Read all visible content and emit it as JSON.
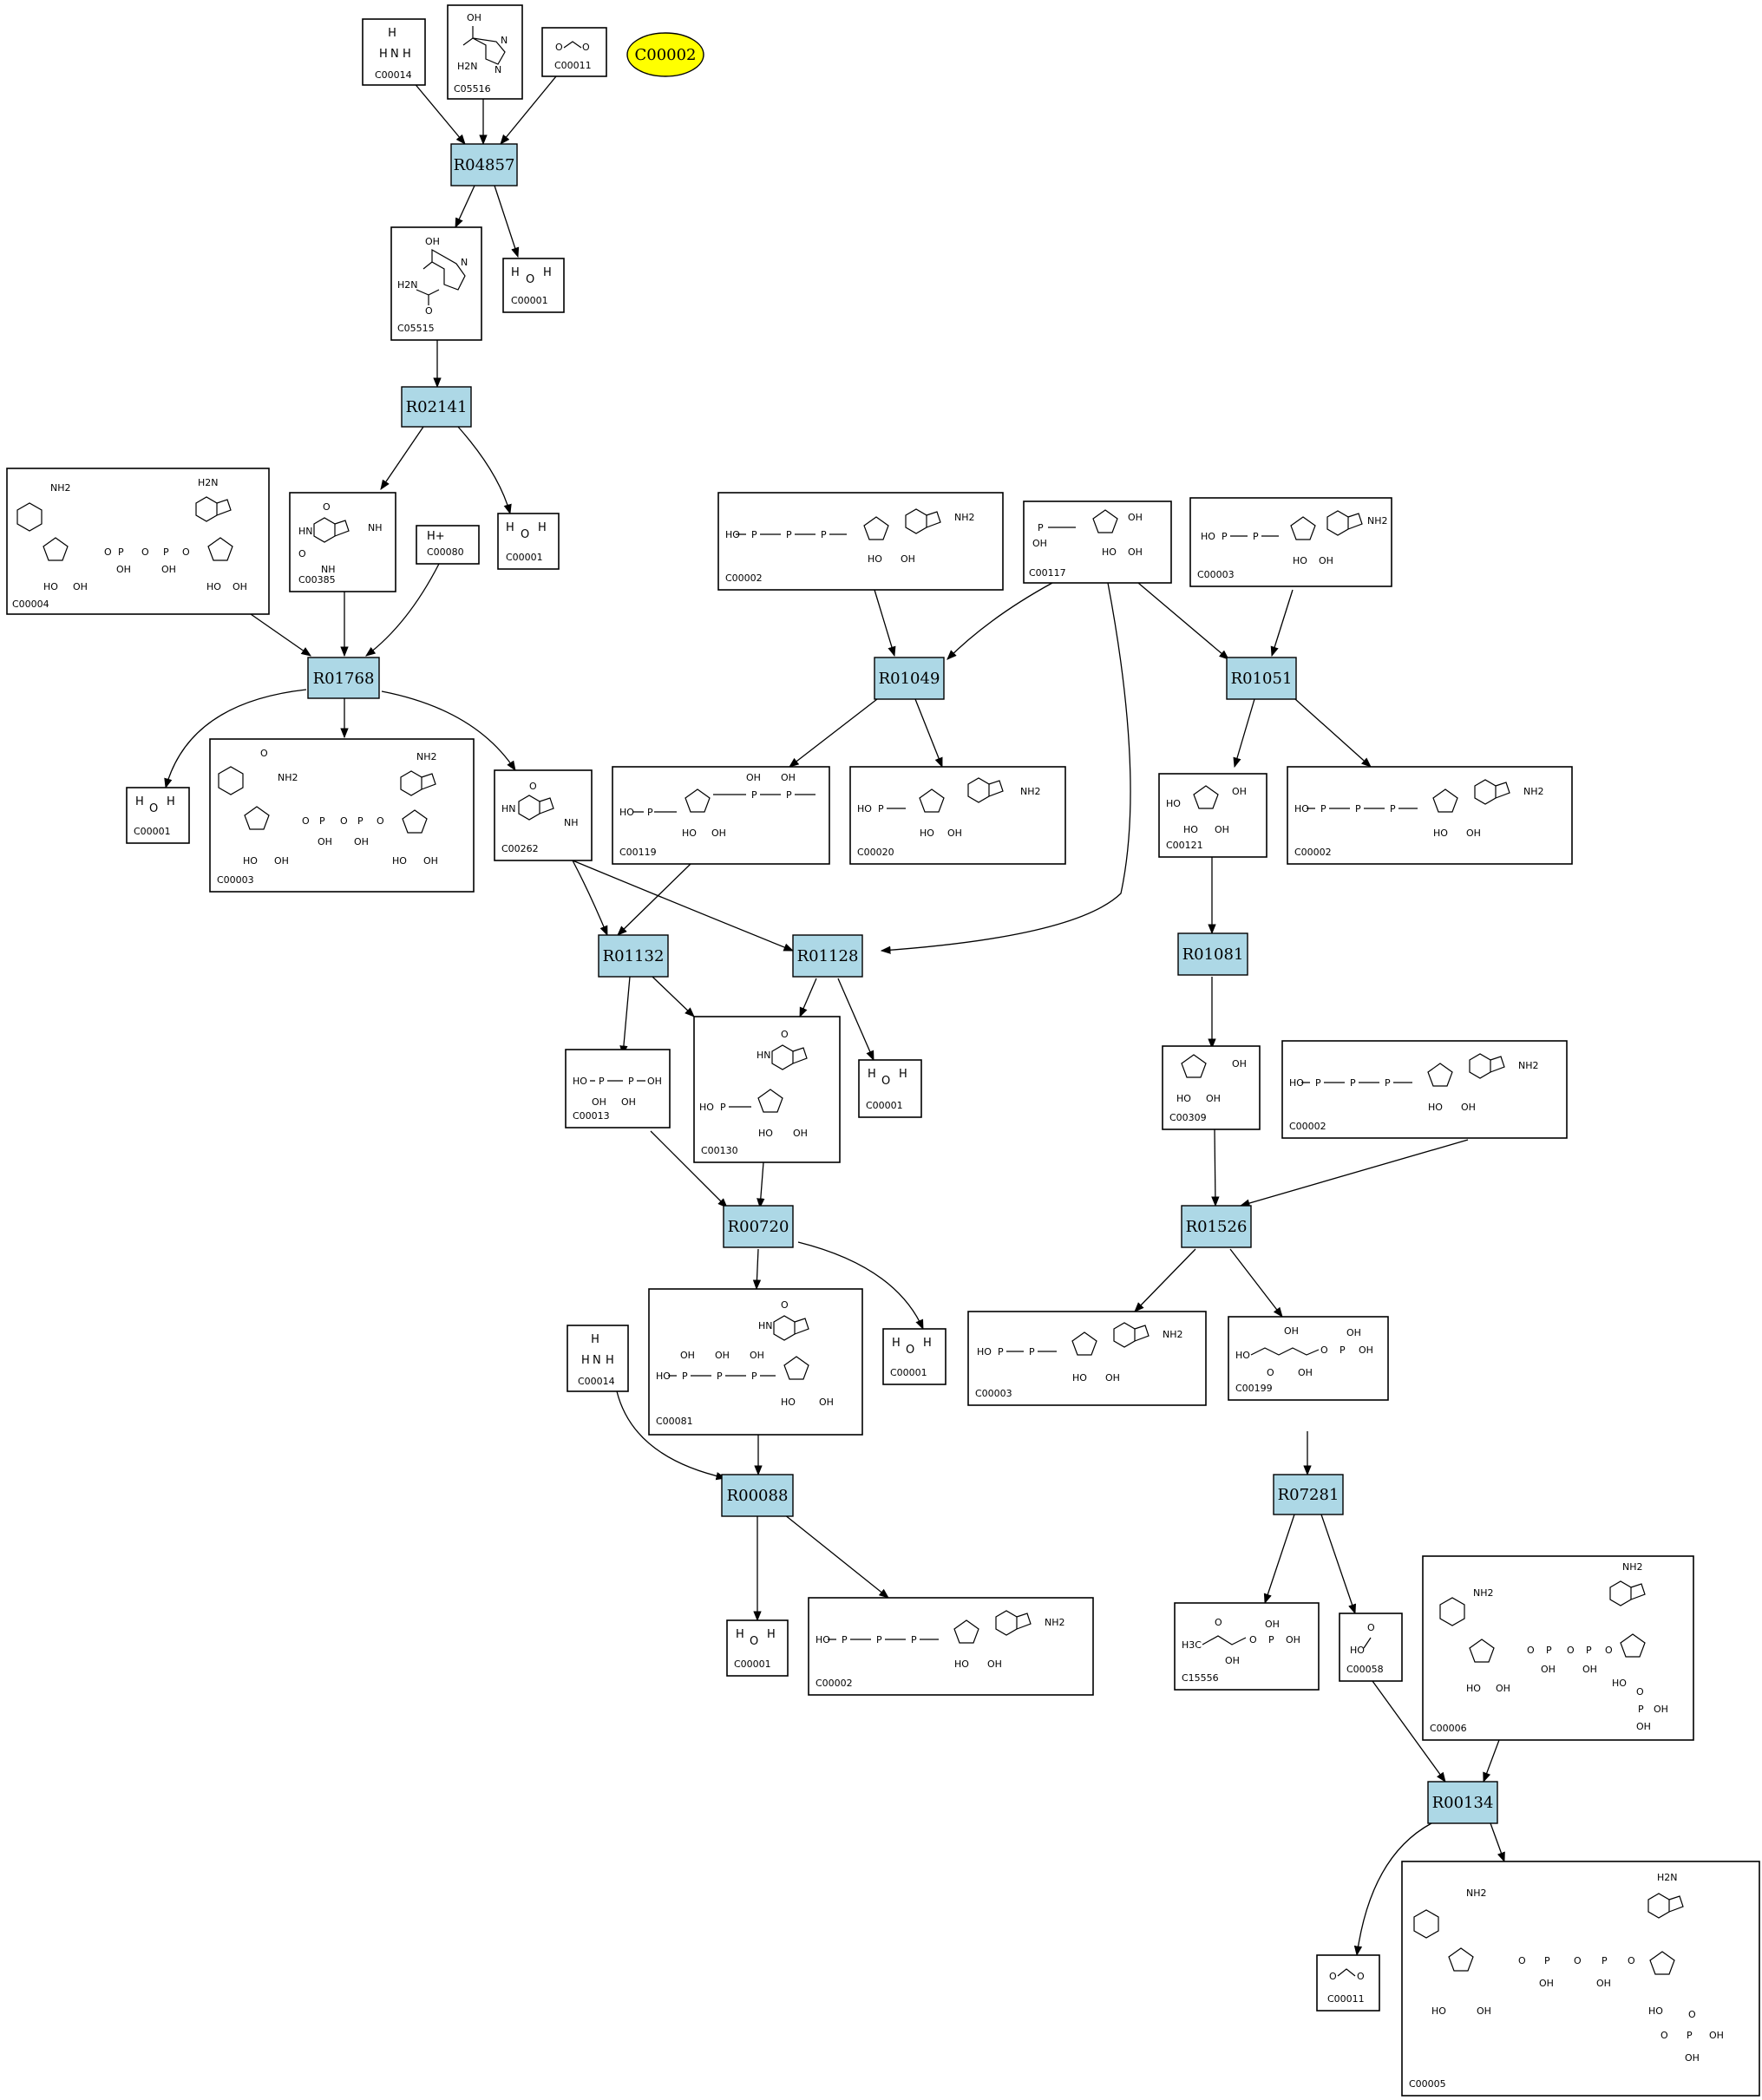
{
  "highlight": {
    "label": "C00002",
    "color": "#ffff00"
  },
  "colors": {
    "reaction": "#add8e6",
    "compound": "#ffffff"
  },
  "reactions": [
    "R04857",
    "R02141",
    "R01768",
    "R01049",
    "R01051",
    "R01132",
    "R01128",
    "R01081",
    "R00720",
    "R01526",
    "R00088",
    "R07281",
    "R00134"
  ],
  "compounds": {
    "c00014a": "C00014",
    "c05516": "C05516",
    "c00011a": "C00011",
    "c05515": "C05515",
    "c00001a": "C00001",
    "c00004": "C00004",
    "c00385": "C00385",
    "c00080": "C00080",
    "c00001b": "C00001",
    "c00002a": "C00002",
    "c00117": "C00117",
    "c00003a": "C00003",
    "c00001c": "C00001",
    "c00003b": "C00003",
    "c00262": "C00262",
    "c00119": "C00119",
    "c00020": "C00020",
    "c00121": "C00121",
    "c00002b": "C00002",
    "c00013": "C00013",
    "c00130": "C00130",
    "c00001d": "C00001",
    "c00309": "C00309",
    "c00002c": "C00002",
    "c00014b": "C00014",
    "c00081": "C00081",
    "c00001e": "C00001",
    "c00003c": "C00003",
    "c00199": "C00199",
    "c00001f": "C00001",
    "c00002d": "C00002",
    "c15556": "C15556",
    "c00058": "C00058",
    "c00006": "C00006",
    "c00011b": "C00011",
    "c00005": "C00005"
  },
  "atoms": {
    "h": "H",
    "n": "N",
    "o": "O",
    "oh": "OH",
    "ho": "HO",
    "nh2": "NH2",
    "h2n": "H2N",
    "p": "P",
    "hplus": "H+",
    "nh": "NH",
    "hn": "HN",
    "h3c": "H3C",
    "c": "C"
  }
}
